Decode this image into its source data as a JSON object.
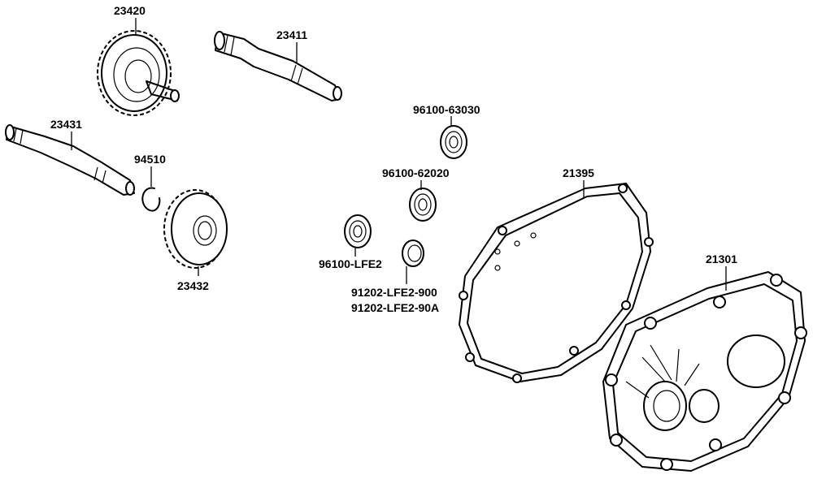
{
  "labels": {
    "p23420": "23420",
    "p23411": "23411",
    "p23431": "23431",
    "p94510": "94510",
    "p23432": "23432",
    "p96100_63030": "96100-63030",
    "p96100_62020": "96100-62020",
    "p21395": "21395",
    "p96100_lfe2": "96100-LFE2",
    "p91202_lfe2_900": "91202-LFE2-900",
    "p91202_lfe2_90a": "91202-LFE2-90A",
    "p21301": "21301"
  }
}
